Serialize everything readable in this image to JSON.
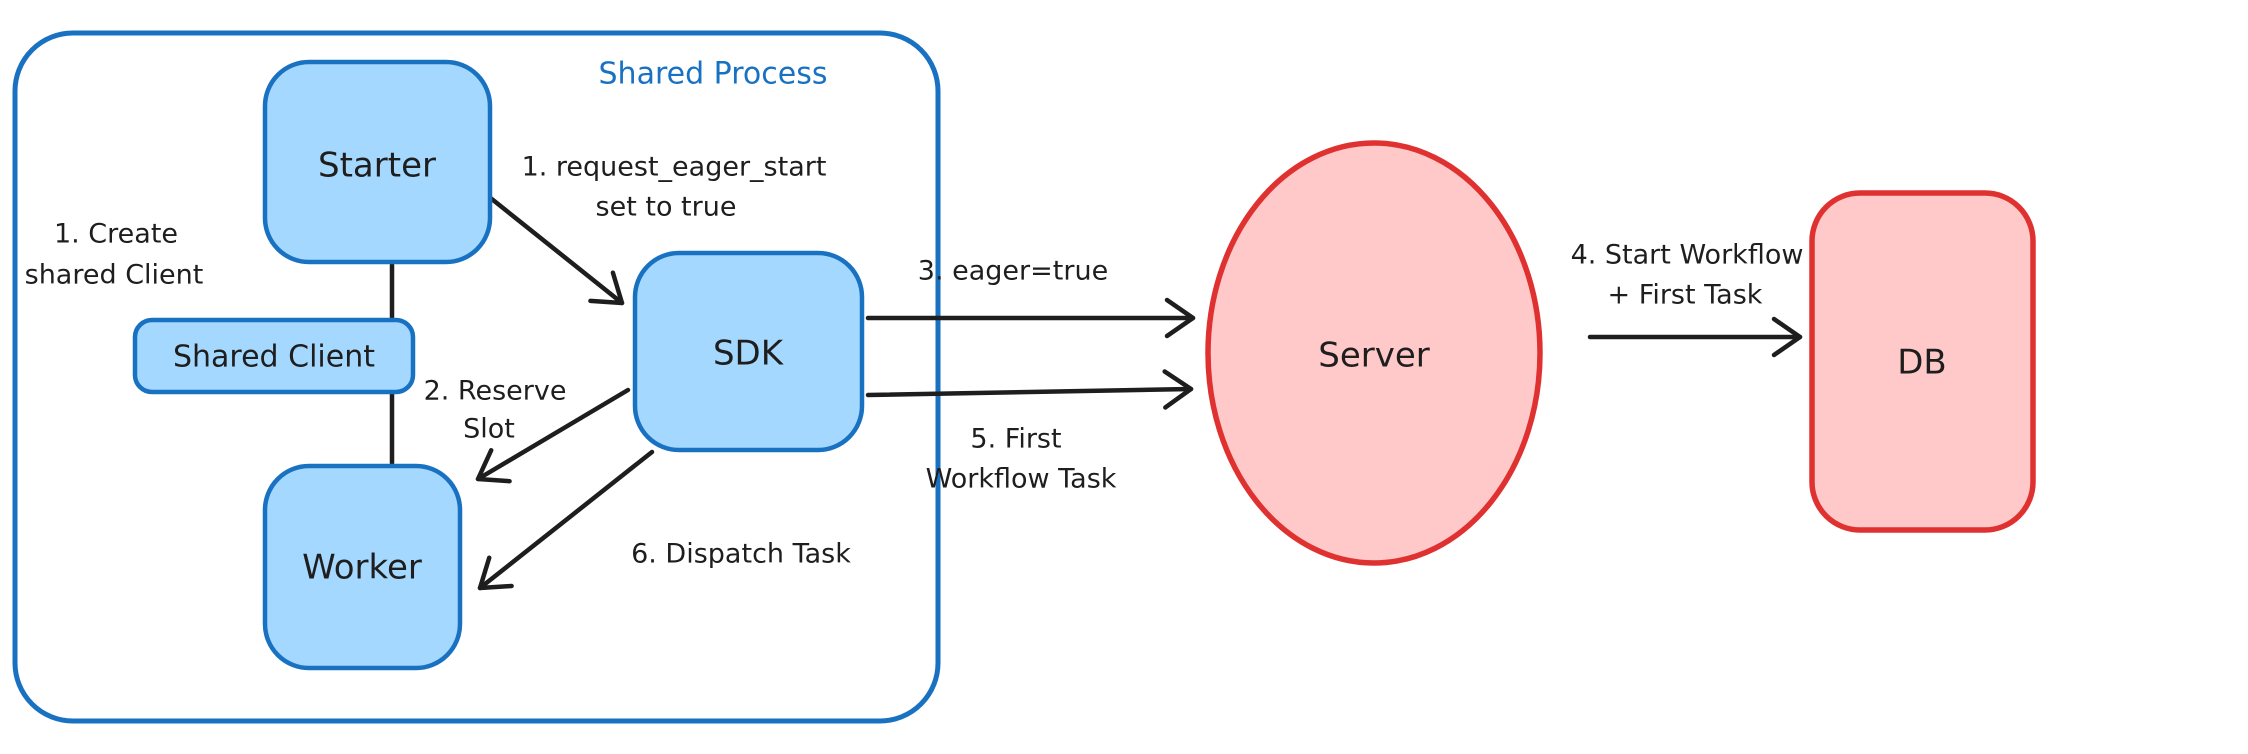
{
  "diagram": {
    "container": {
      "label": "Shared Process"
    },
    "nodes": {
      "starter": {
        "label": "Starter",
        "shape": "rounded-rect",
        "fill": "#a5d8ff",
        "stroke": "#1971c2"
      },
      "shared_client": {
        "label": "Shared Client",
        "shape": "rounded-rect",
        "fill": "#a5d8ff",
        "stroke": "#1971c2"
      },
      "worker": {
        "label": "Worker",
        "shape": "rounded-rect",
        "fill": "#a5d8ff",
        "stroke": "#1971c2"
      },
      "sdk": {
        "label": "SDK",
        "shape": "rounded-rect",
        "fill": "#a5d8ff",
        "stroke": "#1971c2"
      },
      "server": {
        "label": "Server",
        "shape": "ellipse",
        "fill": "#ffc9c9",
        "stroke": "#e03131"
      },
      "db": {
        "label": "DB",
        "shape": "rounded-rect",
        "fill": "#ffc9c9",
        "stroke": "#e03131"
      }
    },
    "annotations": {
      "create_shared_client": {
        "line1": "1. Create",
        "line2": "shared Client"
      },
      "request_eager_start": {
        "line1": "1. request_eager_start",
        "line2": "set to true"
      },
      "reserve_slot": {
        "line1": "2. Reserve",
        "line2": "Slot"
      },
      "eager_true": {
        "line1": "3. eager=true"
      },
      "start_workflow": {
        "line1": "4. Start Workflow",
        "line2": "+ First Task"
      },
      "first_workflow_task": {
        "line1": "5. First",
        "line2": "Workflow Task"
      },
      "dispatch_task": {
        "line1": "6. Dispatch Task"
      }
    },
    "edges": [
      {
        "from": "starter",
        "to": "sdk",
        "label_ref": "request_eager_start",
        "arrowhead": true
      },
      {
        "from": "starter",
        "to": "shared_client",
        "label_ref": "create_shared_client",
        "arrowhead": false
      },
      {
        "from": "shared_client",
        "to": "worker",
        "label_ref": "create_shared_client",
        "arrowhead": false
      },
      {
        "from": "sdk",
        "to": "worker",
        "label_ref": "reserve_slot",
        "arrowhead": true
      },
      {
        "from": "sdk",
        "to": "worker",
        "label_ref": "dispatch_task",
        "arrowhead": true
      },
      {
        "from": "sdk",
        "to": "server",
        "label_ref": "eager_true",
        "arrowhead": true
      },
      {
        "from": "sdk",
        "to": "server",
        "label_ref": "first_workflow_task",
        "arrowhead": true
      },
      {
        "from": "server",
        "to": "db",
        "label_ref": "start_workflow",
        "arrowhead": true
      }
    ],
    "colors": {
      "blue_stroke": "#1971c2",
      "blue_fill": "#a5d8ff",
      "red_stroke": "#e03131",
      "red_fill": "#ffc9c9",
      "ink": "#1e1e1e",
      "background": "#ffffff"
    }
  }
}
